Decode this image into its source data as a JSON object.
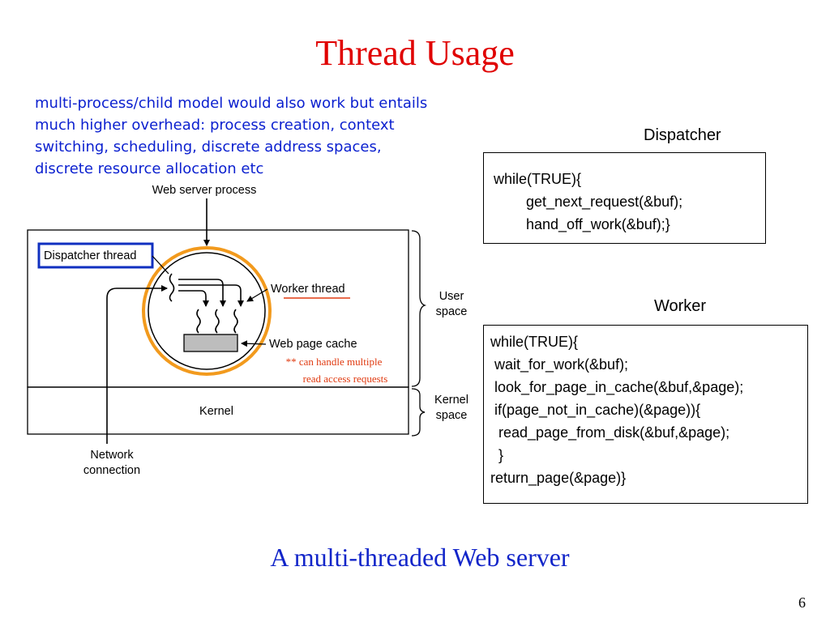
{
  "title": "Thread Usage",
  "note_lines": [
    "multi-process/child model would also work but entails",
    "much higher overhead: process creation, context",
    "switching, scheduling, discrete address spaces,",
    "discrete resource allocation etc"
  ],
  "diagram": {
    "web_server_process": "Web server process",
    "dispatcher_thread": "Dispatcher thread",
    "worker_thread": "Worker thread",
    "web_page_cache": "Web page cache",
    "annotation_line1": "** can handle multiple",
    "annotation_line2": "read access requests",
    "user_space_line1": "User",
    "user_space_line2": "space",
    "kernel": "Kernel",
    "kernel_space_line1": "Kernel",
    "kernel_space_line2": "space",
    "network_line1": "Network",
    "network_line2": "connection"
  },
  "dispatcher_code": {
    "label": "Dispatcher",
    "lines": [
      "while(TRUE){",
      "        get_next_request(&buf);",
      "        hand_off_work(&buf);}"
    ]
  },
  "worker_code": {
    "label": "Worker",
    "lines": [
      "while(TRUE){",
      " wait_for_work(&buf);",
      " look_for_page_in_cache(&buf,&page);",
      " if(page_not_in_cache)(&page)){",
      "  read_page_from_disk(&buf,&page);",
      "  }",
      "return_page(&page)}"
    ]
  },
  "caption": "A multi-threaded Web server",
  "page_number": "6",
  "colors": {
    "title": "#e00000",
    "note": "#0a1fcf",
    "caption": "#1225c9",
    "annotation": "#e03a10",
    "process_circle": "#f29a1d",
    "dispatcher_box": "#1030c0",
    "cache_fill": "#bdbdbd"
  }
}
